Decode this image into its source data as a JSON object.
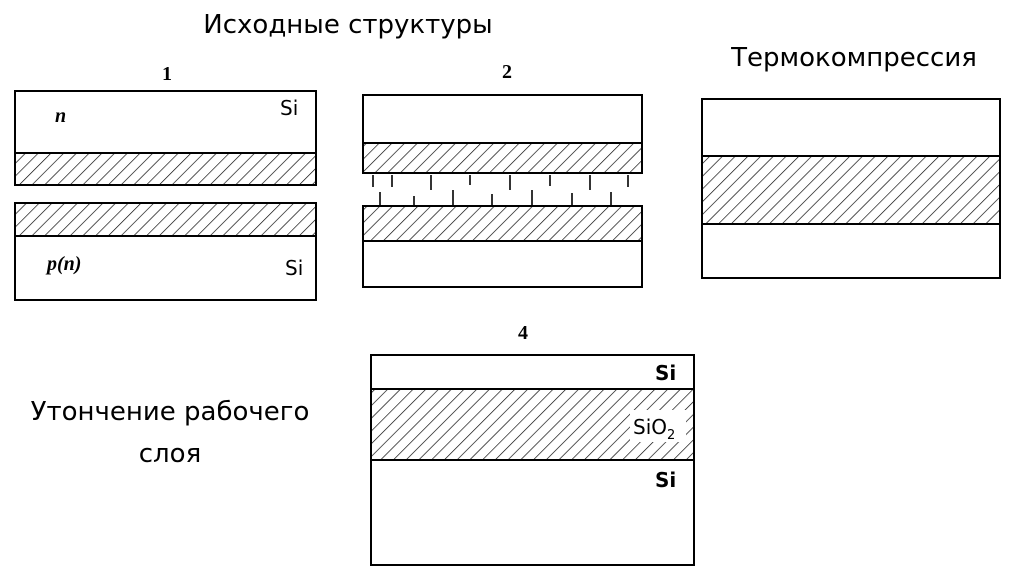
{
  "headings": {
    "initial_structures": "Исходные структуры",
    "thermocompression": "Термокомпрессия",
    "thinning_line1": "Утончение рабочего",
    "thinning_line2": "слоя"
  },
  "step_numbers": {
    "step1": "1",
    "step2": "2",
    "step4": "4"
  },
  "structure1": {
    "top_doping": "n",
    "top_material": "Si",
    "bottom_doping": "p(n)",
    "bottom_material": "Si"
  },
  "structure4": {
    "top_layer": "Si",
    "oxide_layer": "SiO",
    "oxide_subscript": "2",
    "bottom_layer": "Si"
  }
}
